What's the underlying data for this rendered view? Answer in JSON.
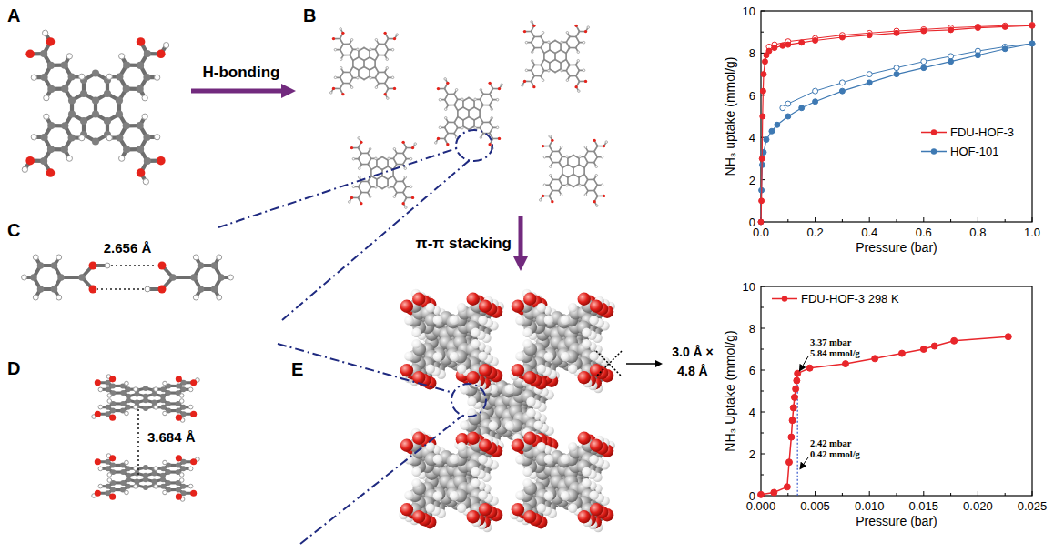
{
  "diagram": {
    "nodes": [
      {
        "text": [
          "A"
        ]
      },
      {
        "text": [
          "B"
        ]
      },
      {
        "text": [
          "C",
          "2.656 Å"
        ]
      },
      {
        "text": [
          "D",
          "3.684 Å"
        ]
      },
      {
        "text": [
          "E",
          "3.0 Å × 4.8 Å"
        ]
      }
    ],
    "edges": [
      {
        "from": 0,
        "to": 1,
        "arrow": "to",
        "label": "H-bonding"
      },
      {
        "from": 1,
        "to": 4,
        "arrow": "to",
        "label": "π-π stacking"
      }
    ],
    "labels": [
      "0",
      "2",
      "4",
      "6",
      "8",
      "10",
      "0.0",
      "0.2",
      "0.4",
      "0.6",
      "0.8",
      "1.0",
      "Pressure (bar)",
      "NH₃ uptake (mmol/g)",
      "0",
      "2",
      "4",
      "6",
      "8",
      "10",
      "0.000",
      "0.005",
      "0.010",
      "0.015",
      "0.020",
      "0.025",
      "Pressure (bar)",
      "NH₃ Uptake (mmol/g)",
      "3.37 mbar",
      "5.84 mmol/g",
      "2.42 mbar",
      "0.42 mmol/g"
    ],
    "legend": [
      {
        "text": "FDU-HOF-3",
        "color": "#e8262b"
      },
      {
        "text": "HOF-101",
        "color": "#3e79b3"
      },
      {
        "text": "FDU-HOF-3 298 K",
        "color": "#e8262b"
      }
    ]
  }
}
